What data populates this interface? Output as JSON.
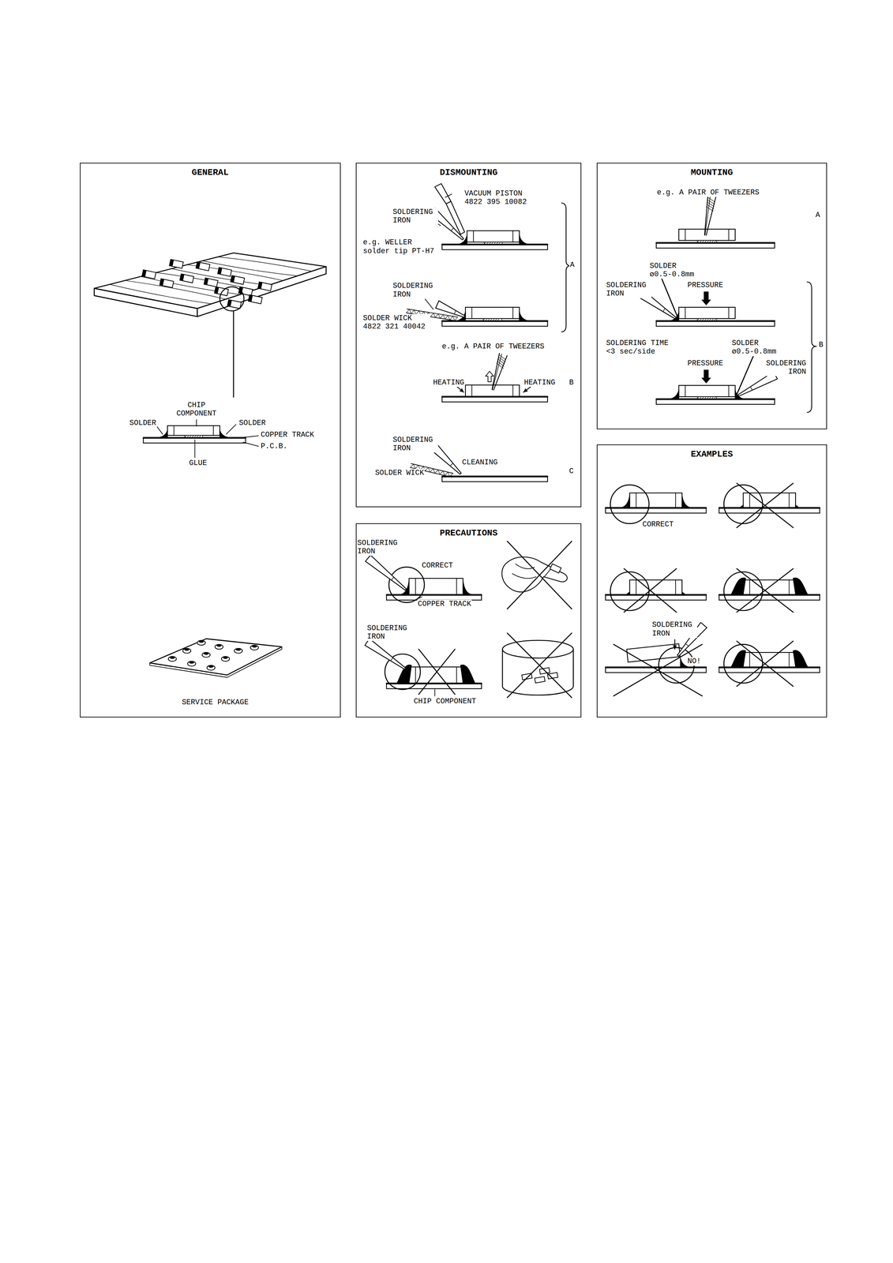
{
  "diagram": {
    "nodes": [
      {
        "text": [
          "GENERAL"
        ]
      },
      {
        "text": [
          "DISMOUNTING"
        ]
      },
      {
        "text": [
          "MOUNTING"
        ]
      },
      {
        "text": [
          "PRECAUTIONS"
        ]
      },
      {
        "text": [
          "EXAMPLES"
        ]
      }
    ],
    "labels": [
      "CHIP COMPONENT",
      "SOLDER",
      "SOLDER",
      "COPPER TRACK",
      "P.C.B.",
      "GLUE",
      "SERVICE PACKAGE",
      "VACUUM PISTON 4822 395 10082",
      "SOLDERING IRON",
      "e.g. WELLER solder tip PT-H7",
      "A",
      "SOLDERING IRON",
      "SOLDER WICK 4822 321 40042",
      "e.g. A PAIR OF TWEEZERS",
      "HEATING",
      "HEATING",
      "B",
      "SOLDERING IRON",
      "CLEANING",
      "SOLDER WICK",
      "C",
      "e.g. A PAIR OF TWEEZERS",
      "A",
      "SOLDER ø0.5-0.8mm",
      "SOLDERING IRON",
      "PRESSURE",
      "SOLDERING TIME <3 sec/side",
      "SOLDER ø0.5-0.8mm",
      "PRESSURE",
      "SOLDERING IRON",
      "B",
      "SOLDERING IRON",
      "CORRECT",
      "COPPER TRACK",
      "SOLDERING IRON",
      "CHIP COMPONENT",
      "CORRECT",
      "SOLDERING IRON",
      "NO!"
    ]
  }
}
